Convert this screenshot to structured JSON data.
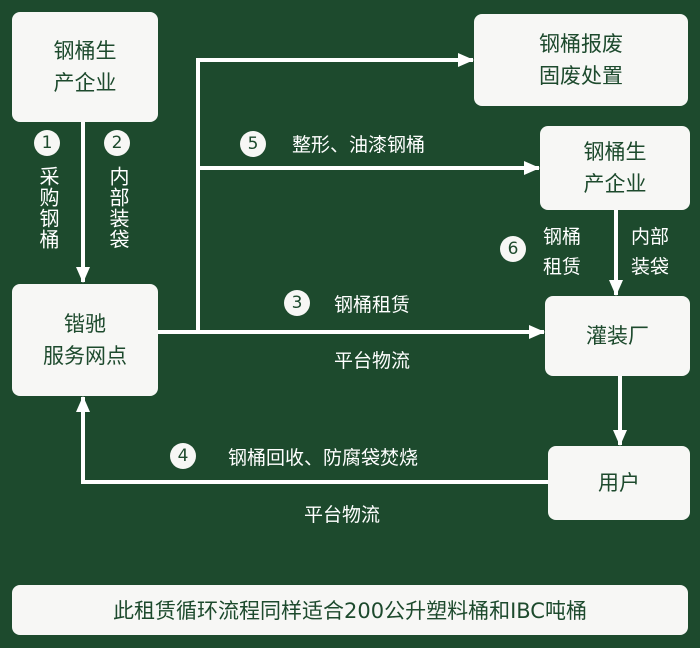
{
  "boxes": {
    "producer_top": "钢桶生\n产企业",
    "scrap": "钢桶报废\n固废处置",
    "producer_right": "钢桶生\n产企业",
    "dealer": "锴驰\n服务网点",
    "filling": "灌装厂",
    "user": "用户"
  },
  "steps": [
    {
      "num": "1",
      "label": "采购钢桶"
    },
    {
      "num": "2",
      "label": "内部装袋"
    },
    {
      "num": "3",
      "label": "钢桶租赁",
      "sub": "平台物流"
    },
    {
      "num": "4",
      "label": "钢桶回收、防腐袋焚烧",
      "sub": "平台物流"
    },
    {
      "num": "5",
      "label": "整形、油漆钢桶"
    },
    {
      "num": "6",
      "label": "钢桶\n租赁",
      "right": "内部\n装袋"
    }
  ],
  "footer": "此租赁循环流程同样适合200公升塑料桶和IBC吨桶"
}
